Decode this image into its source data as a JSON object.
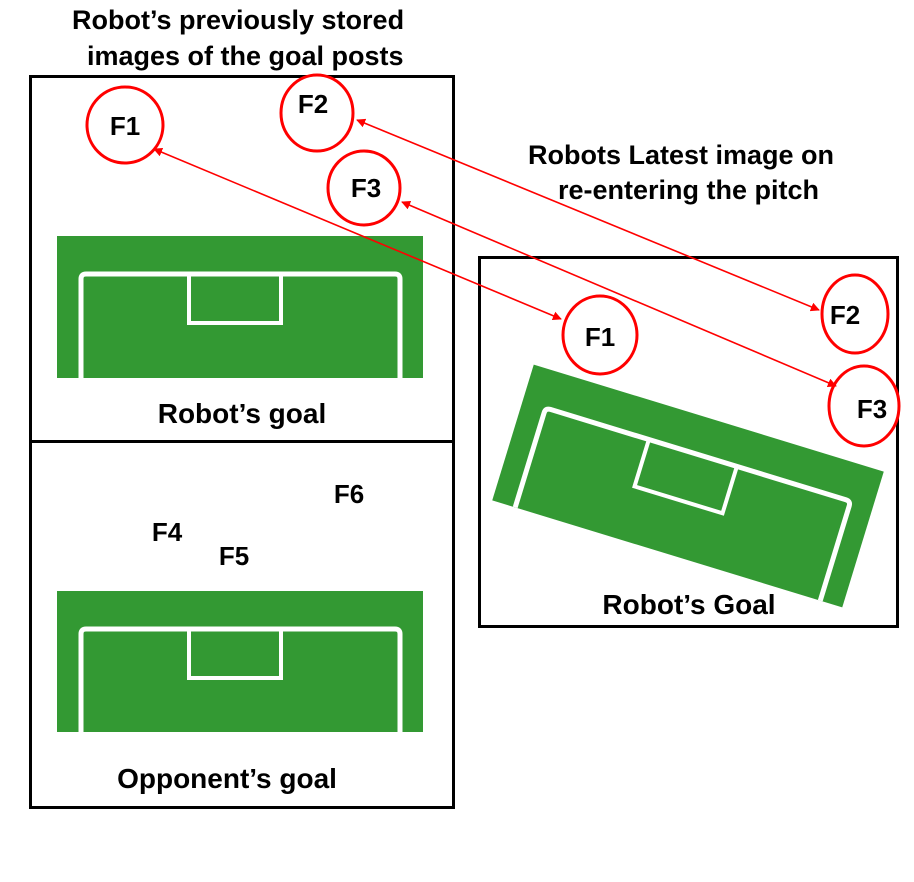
{
  "title_stored": [
    "Robot’s previously stored",
    "images of the goal posts"
  ],
  "title_latest": [
    "Robots Latest image on",
    "re-entering the pitch"
  ],
  "panel_labels": {
    "stored_robot_goal": "Robot’s goal",
    "opponent_goal": "Opponent’s goal",
    "latest_robot_goal": "Robot’s Goal"
  },
  "features": {
    "f1": "F1",
    "f2": "F2",
    "f3": "F3",
    "f4": "F4",
    "f5": "F5",
    "f6": "F6"
  },
  "colors": {
    "pitch": "#339933",
    "lines": "#ffffff",
    "marker": "#ff0000",
    "border": "#000000"
  }
}
